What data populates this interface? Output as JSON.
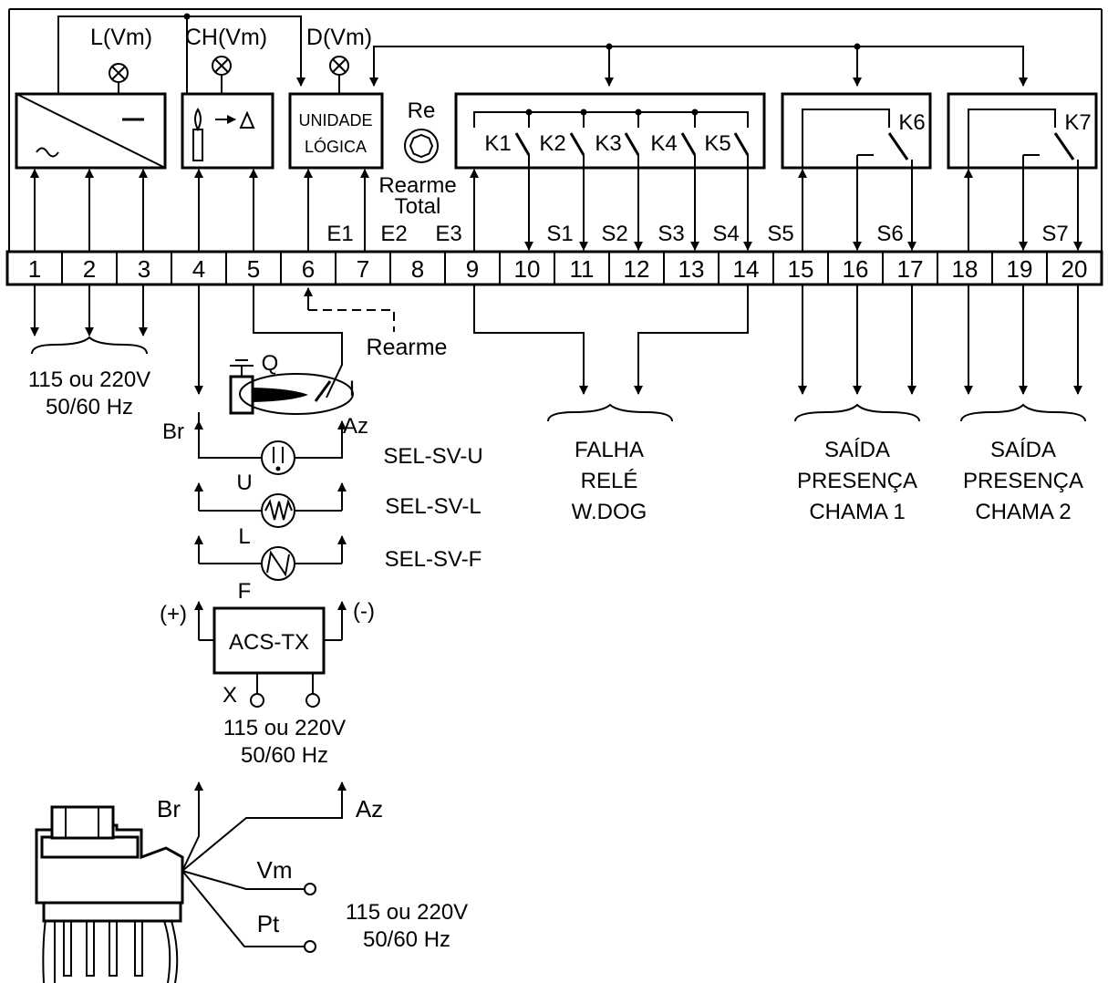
{
  "indicators": {
    "l": "L(Vm)",
    "ch": "CH(Vm)",
    "d": "D(Vm)"
  },
  "logic_unit": [
    "UNIDADE",
    "LÓGICA"
  ],
  "reset": {
    "button": "Re",
    "total": [
      "Rearme",
      "Total"
    ],
    "remote": "Rearme"
  },
  "relays": [
    "K1",
    "K2",
    "K3",
    "K4",
    "K5"
  ],
  "relays_flame": [
    "K6",
    "K7"
  ],
  "terminal_labels": [
    "E1",
    "E2",
    "E3",
    "S1",
    "S2",
    "S3",
    "S4",
    "S5",
    "S6",
    "S7"
  ],
  "terminals": [
    "1",
    "2",
    "3",
    "4",
    "5",
    "6",
    "7",
    "8",
    "9",
    "10",
    "11",
    "12",
    "13",
    "14",
    "15",
    "16",
    "17",
    "18",
    "19",
    "20"
  ],
  "supply_main": [
    "115 ou 220V",
    "50/60 Hz"
  ],
  "sensor": {
    "q": "Q",
    "i": "I",
    "br": "Br",
    "az": "Az",
    "u": "U",
    "l": "L",
    "f": "F",
    "plus": "(+)",
    "minus": "(-)",
    "x": "X",
    "models": [
      "SEL-SV-U",
      "SEL-SV-L",
      "SEL-SV-F"
    ],
    "transmitter": "ACS-TX"
  },
  "supply_tx": [
    "115 ou 220V",
    "50/60 Hz"
  ],
  "outputs": {
    "failure": [
      "FALHA",
      "RELÉ",
      "W.DOG"
    ],
    "flame1": [
      "SAÍDA",
      "PRESENÇA",
      "CHAMA 1"
    ],
    "flame2": [
      "SAÍDA",
      "PRESENÇA",
      "CHAMA 2"
    ]
  },
  "cable": {
    "br": "Br",
    "az": "Az",
    "vm": "Vm",
    "pt": "Pt"
  },
  "supply_cable": [
    "115 ou 220V",
    "50/60 Hz"
  ]
}
